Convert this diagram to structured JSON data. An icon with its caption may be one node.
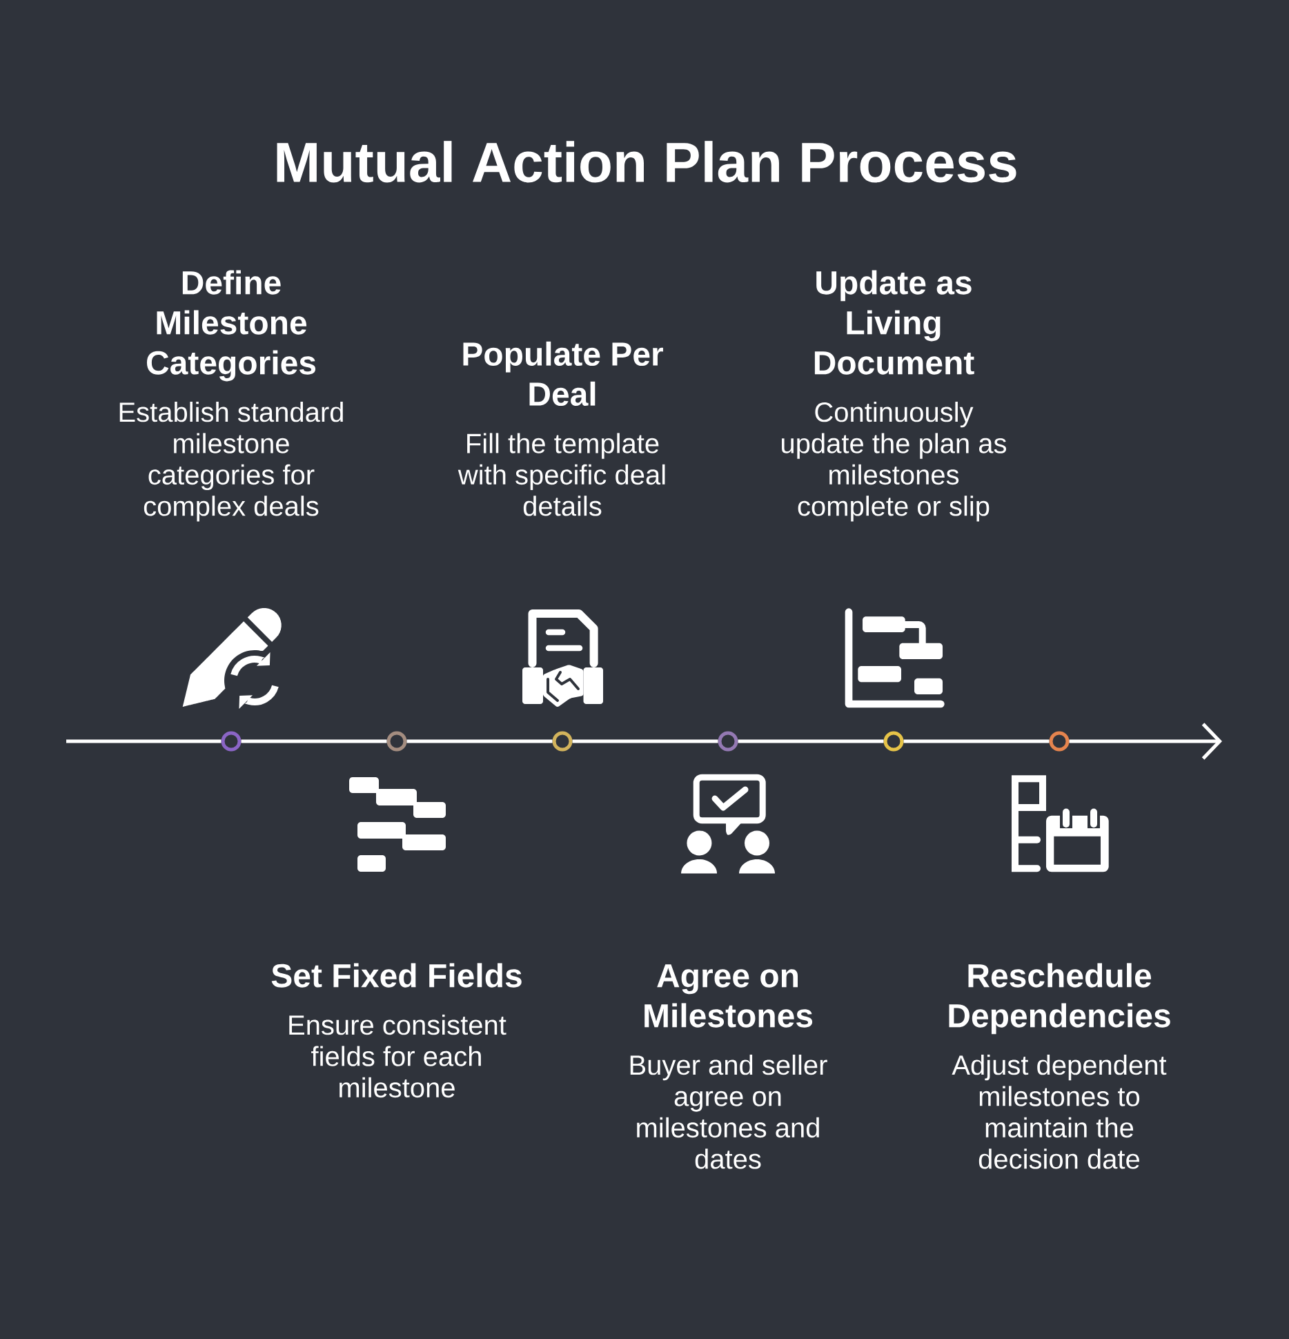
{
  "diagram": {
    "title": "Mutual Action Plan Process",
    "nodes": [
      {
        "text": [],
        "shape": "circle",
        "beside": [
          "Define Milestone Categories",
          "Establish standard milestone categories for complex deals"
        ]
      },
      {
        "text": [],
        "shape": "circle",
        "beside": [
          "Set Fixed Fields",
          "Ensure consistent fields for each milestone"
        ]
      },
      {
        "text": [],
        "shape": "circle",
        "beside": [
          "Populate Per Deal",
          "Fill the template with specific deal details"
        ]
      },
      {
        "text": [],
        "shape": "circle",
        "beside": [
          "Agree on Milestones",
          "Buyer and seller agree on milestones and dates"
        ]
      },
      {
        "text": [],
        "shape": "circle",
        "beside": [
          "Update as Living Document",
          "Continuously update the plan as milestones complete or slip"
        ]
      },
      {
        "text": [],
        "shape": "circle",
        "beside": [
          "Reschedule Dependencies",
          "Adjust dependent milestones to maintain the decision date"
        ]
      }
    ],
    "edges": [
      {
        "from": null,
        "to": 0,
        "arrow": "none"
      },
      {
        "from": 0,
        "to": 1,
        "arrow": "none"
      },
      {
        "from": 1,
        "to": 2,
        "arrow": "none"
      },
      {
        "from": 2,
        "to": 3,
        "arrow": "none"
      },
      {
        "from": 3,
        "to": 4,
        "arrow": "none"
      },
      {
        "from": 4,
        "to": 5,
        "arrow": "none"
      },
      {
        "from": 5,
        "to": null,
        "arrow": "to"
      }
    ]
  }
}
